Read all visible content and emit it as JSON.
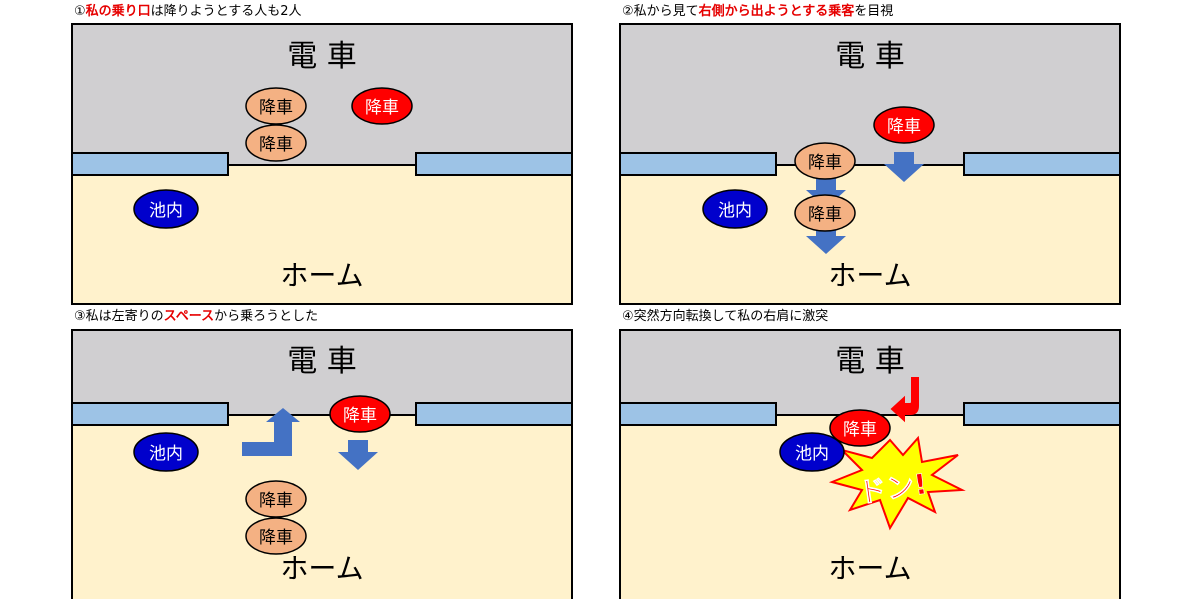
{
  "labels": {
    "train": "電 車",
    "platform": "ホーム",
    "alighting": "降車",
    "me": "池内",
    "impact": "ドン!"
  },
  "colors": {
    "train_bg": "#d0cfd1",
    "platform_bg": "#fff2cc",
    "door": "#9dc3e6",
    "alight_passenger": "#f4b183",
    "right_passenger": "#ff0000",
    "me": "#0000cc",
    "arrow": "#4472c4",
    "red_arrow": "#ff0000",
    "impact_fill": "#ffff00",
    "impact_text": "#ff0000"
  },
  "panels": [
    {
      "id": 1,
      "caption_parts": [
        "①",
        "私の乗り口",
        "は降りようとする人も2人"
      ],
      "caption_hl": [
        false,
        true,
        false
      ]
    },
    {
      "id": 2,
      "caption_parts": [
        "②私から見て",
        "右側から出ようとする乗客",
        "を目視"
      ],
      "caption_hl": [
        false,
        true,
        false
      ]
    },
    {
      "id": 3,
      "caption_parts": [
        "③私は左寄りの",
        "スペース",
        "から乗ろうとした"
      ],
      "caption_hl": [
        false,
        true,
        false
      ]
    },
    {
      "id": 4,
      "caption_parts": [
        "④突然方向転換して私の右肩に激突"
      ],
      "caption_hl": [
        false
      ]
    }
  ]
}
